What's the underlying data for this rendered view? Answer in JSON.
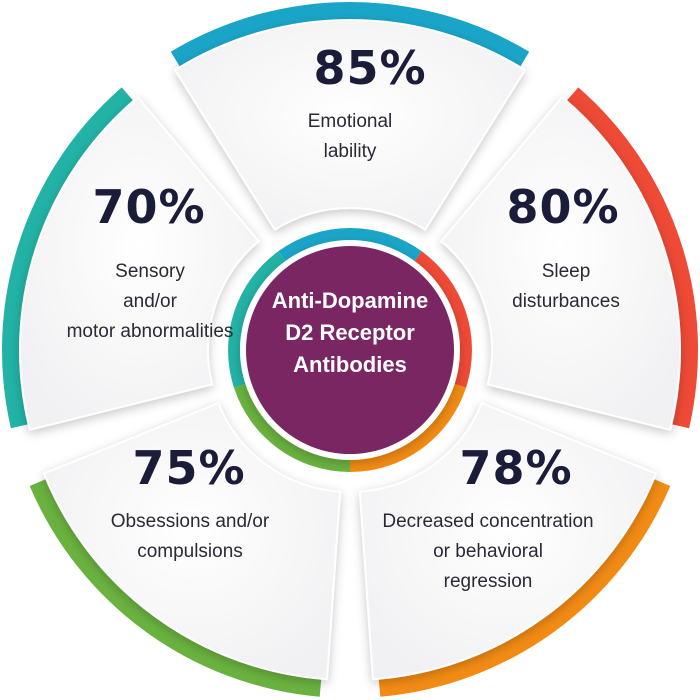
{
  "center": {
    "lines": [
      "Anti-Dopamine",
      "D2 Receptor",
      "Antibodies"
    ],
    "color": "#7a2862"
  },
  "segments": [
    {
      "percent": "85%",
      "label_lines": [
        "Emotional",
        "lability"
      ],
      "color": "#1aa5c8"
    },
    {
      "percent": "80%",
      "label_lines": [
        "Sleep",
        "disturbances"
      ],
      "color": "#ee4a36"
    },
    {
      "percent": "78%",
      "label_lines": [
        "Decreased concentration",
        "or behavioral",
        "regression"
      ],
      "color": "#f28b14"
    },
    {
      "percent": "75%",
      "label_lines": [
        "Obsessions and/or",
        "compulsions"
      ],
      "color": "#6ab23f"
    },
    {
      "percent": "70%",
      "label_lines": [
        "Sensory",
        "and/or",
        "motor abnormalities"
      ],
      "color": "#22b3a6"
    }
  ]
}
